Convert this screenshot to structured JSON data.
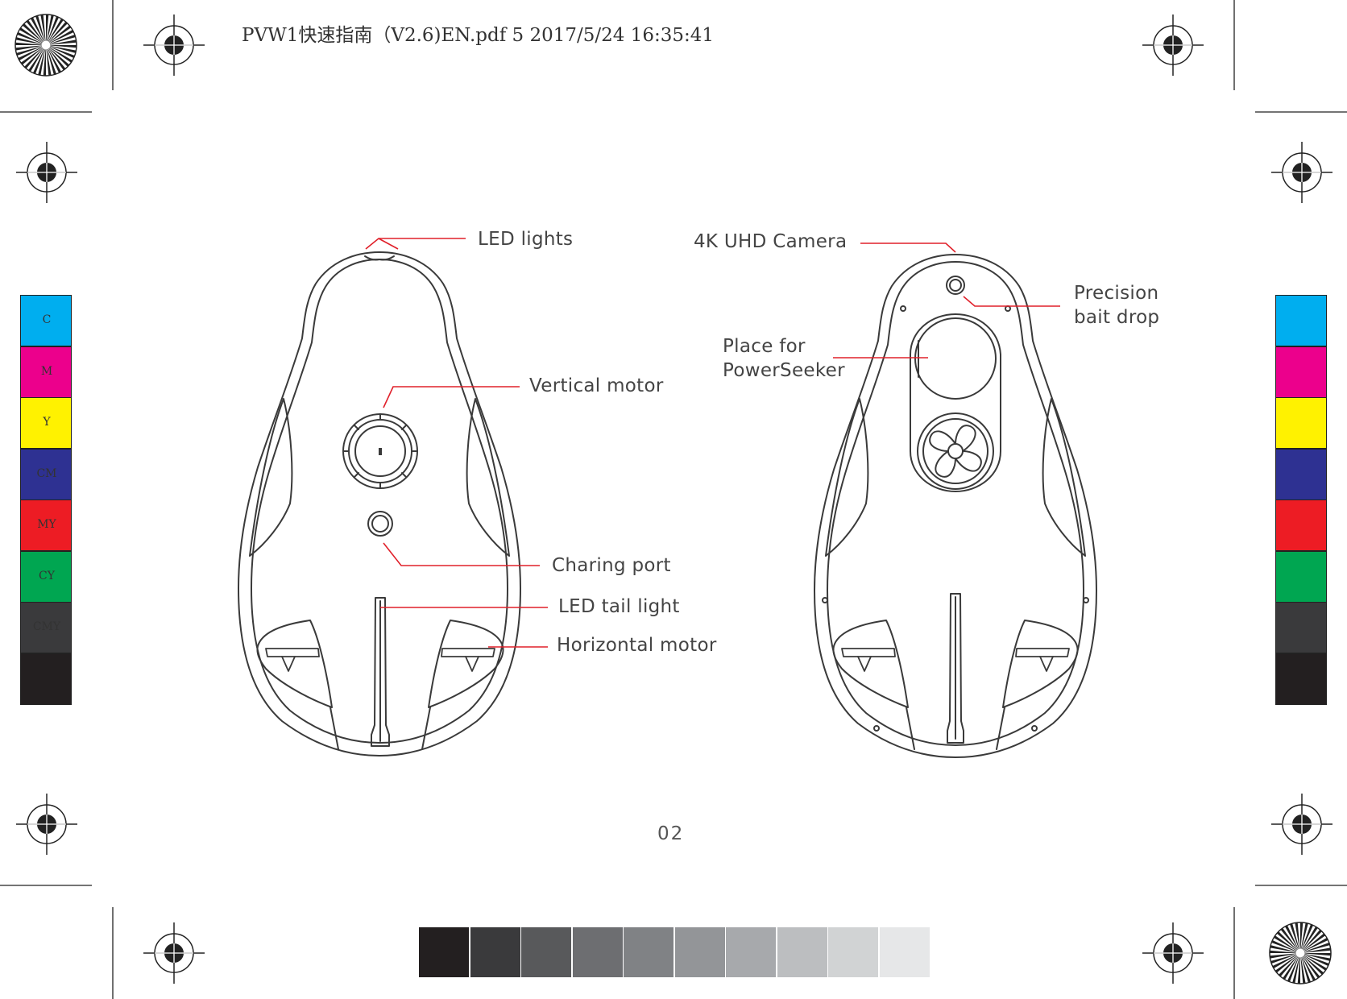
{
  "header": {
    "file_info": "PVW1快速指南（V2.6)EN.pdf   5    2017/5/24    16:35:41"
  },
  "color_bar": [
    {
      "label": "C",
      "color": "#00AEEF"
    },
    {
      "label": "M",
      "color": "#EC008C"
    },
    {
      "label": "Y",
      "color": "#FFF200"
    },
    {
      "label": "CM",
      "color": "#2E3192"
    },
    {
      "label": "MY",
      "color": "#ED1C24"
    },
    {
      "label": "CY",
      "color": "#00A651"
    },
    {
      "label": "CMY",
      "color": "#3A3A3C"
    },
    {
      "label": "",
      "color": "#231F20"
    }
  ],
  "grayscale_bar": [
    "#231F20",
    "#3A3A3C",
    "#58595B",
    "#6D6E71",
    "#808285",
    "#939598",
    "#A7A9AC",
    "#BCBEC0",
    "#D1D3D4",
    "#E6E7E8"
  ],
  "accent_line_color": "#E0202A",
  "diagram_left": {
    "labels": {
      "led_lights": "LED lights",
      "vertical_motor": "Vertical motor",
      "charging_port": "Charing port",
      "led_tail_light": "LED tail light",
      "horizontal_motor": "Horizontal motor"
    }
  },
  "diagram_right": {
    "labels": {
      "camera": "4K UHD Camera",
      "bait_drop_line1": "Precision",
      "bait_drop_line2": "bait drop",
      "powerseeker_line1": "Place for",
      "powerseeker_line2": "PowerSeeker"
    }
  },
  "page_number": "02"
}
